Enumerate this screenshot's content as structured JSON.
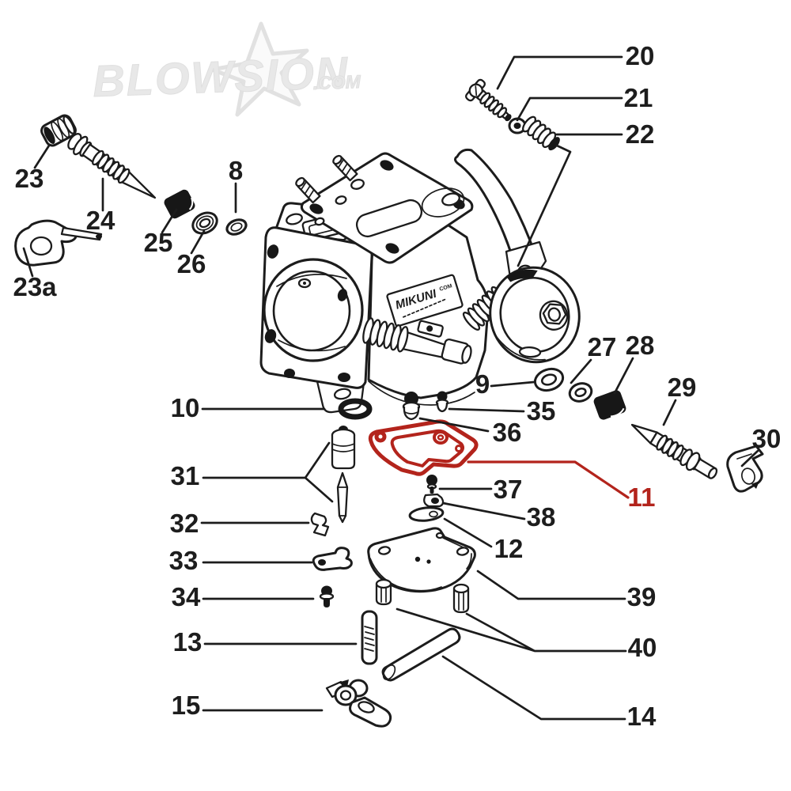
{
  "watermark": {
    "brand": "BLOWSION",
    "domain": ".COM"
  },
  "carburetor_body": {
    "brand_plate": "MIKUNI",
    "brand_plate_small": "COM"
  },
  "colors": {
    "line": "#1c1c1c",
    "highlight_red": "#b3241c",
    "watermark_gray": "#e6e6e6",
    "background": "#ffffff"
  },
  "highlighted_part": "11",
  "labels": {
    "p8": "8",
    "p9": "9",
    "p10": "10",
    "p11": "11",
    "p12": "12",
    "p13": "13",
    "p14": "14",
    "p15": "15",
    "p20": "20",
    "p21": "21",
    "p22": "22",
    "p23": "23",
    "p23a": "23a",
    "p24": "24",
    "p25": "25",
    "p26": "26",
    "p27": "27",
    "p28": "28",
    "p29": "29",
    "p30": "30",
    "p31": "31",
    "p32": "32",
    "p33": "33",
    "p34": "34",
    "p35": "35",
    "p36": "36",
    "p37": "37",
    "p38": "38",
    "p39": "39",
    "p40": "40"
  }
}
